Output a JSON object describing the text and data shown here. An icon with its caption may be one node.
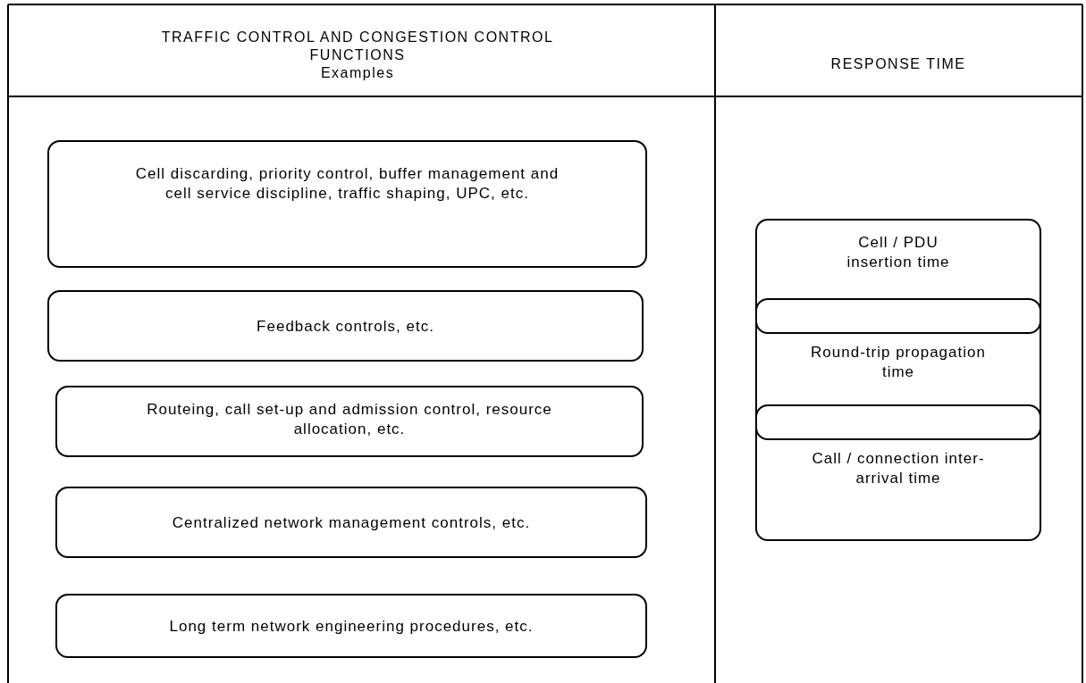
{
  "diagram": {
    "nodes": [
      {
        "text": [
          "Cell discarding, priority control, buffer management and cell service discipline, traffic shaping, UPC, etc."
        ]
      },
      {
        "text": [
          "Feedback controls, etc."
        ]
      },
      {
        "text": [
          "Routeing, call set-up and admission control, resource allocation, etc."
        ]
      },
      {
        "text": [
          "Centralized network management controls, etc."
        ]
      },
      {
        "text": [
          "Long term network engineering procedures, etc."
        ]
      },
      {
        "text": [
          "Cell / PDU insertion time"
        ]
      },
      {
        "text": [
          "Round-trip propagation time"
        ]
      },
      {
        "text": [
          "Call / connection inter-arrival time"
        ]
      }
    ],
    "edges": [],
    "labels": [
      "TRAFFIC CONTROL AND CONGESTION CONTROL FUNCTIONS",
      "Examples",
      "RESPONSE TIME"
    ]
  }
}
